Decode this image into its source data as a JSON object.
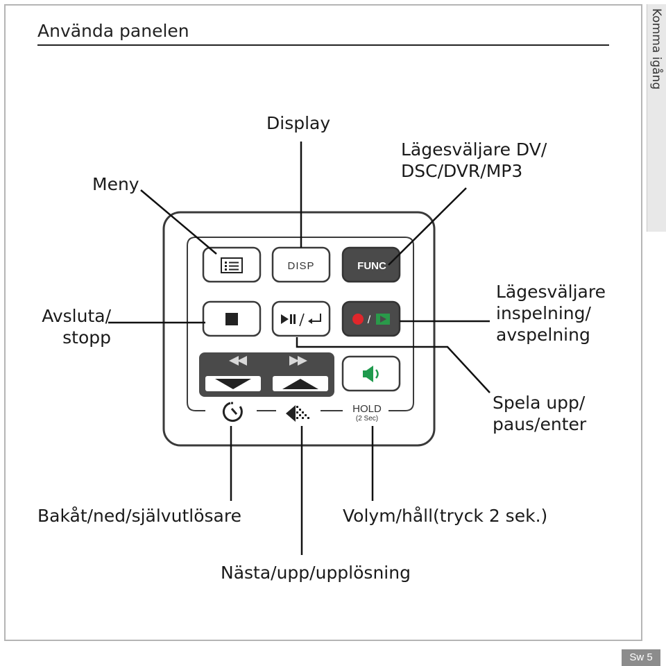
{
  "page": {
    "title": "Använda panelen",
    "side_tab": "Komma igång",
    "footer": "Sw 5"
  },
  "labels": {
    "display": "Display",
    "meny": "Meny",
    "func_line1": "Lägesväljare DV/",
    "func_line2": "DSC/DVR/MP3",
    "stop_line1": "Avsluta/",
    "stop_line2": "stopp",
    "rec_line1": "Lägesväljare",
    "rec_line2": "inspelning/",
    "rec_line3": "avspelning",
    "play_line1": "Spela upp/",
    "play_line2": "paus/enter",
    "back": "Bakåt/ned/självutlösare",
    "volume": "Volym/håll(tryck 2 sek.)",
    "next": "Nästa/upp/upplösning"
  },
  "buttons": {
    "disp": "DISP",
    "func": "FUNC",
    "hold": "HOLD",
    "hold_sub": "(2 Sec)",
    "slash": "/"
  },
  "icons": {
    "menu": "menu-list-icon",
    "stop": "stop-square-icon",
    "play_pause_enter": "play-pause-enter-icon",
    "record_play": "record-play-icon",
    "rewind_down": "rewind-down-icon",
    "forward_up": "forward-up-icon",
    "volume": "speaker-volume-icon",
    "timer": "self-timer-icon",
    "resolution": "resolution-icon"
  },
  "colors": {
    "panel_outline": "#3a3a3a",
    "dark_button": "#4a4a4a",
    "record_red": "#e0262b",
    "play_green": "#2a9a4a",
    "volume_green": "#1f9a4d",
    "side_tab": "#e8e8e8"
  }
}
